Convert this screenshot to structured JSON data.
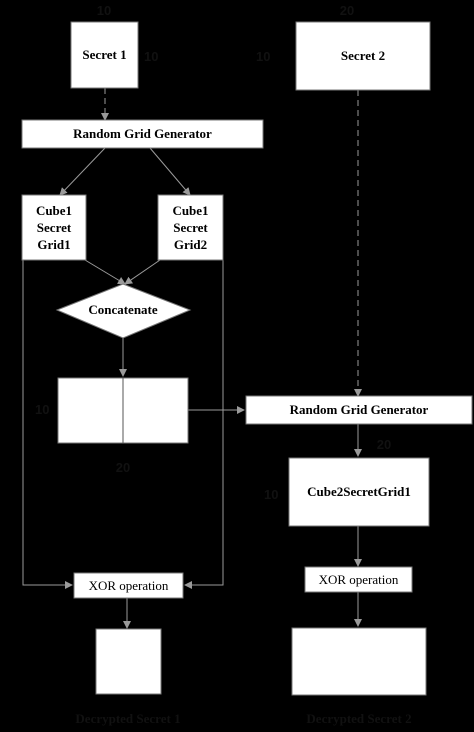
{
  "nodes": {
    "secret1": "Secret 1",
    "secret2": "Secret 2",
    "rgg1": "Random Grid Generator",
    "grid1": [
      "Cube1",
      "Secret",
      "Grid1"
    ],
    "grid2": [
      "Cube1",
      "Secret",
      "Grid2"
    ],
    "concatenate": "Concatenate",
    "rgg2": "Random Grid Generator",
    "cube2grid": "Cube2SecretGrid1",
    "xor1": "XOR operation",
    "xor2": "XOR operation"
  },
  "dimensions": {
    "secret1_top": "10",
    "secret1_side": "10",
    "secret2_top": "20",
    "secret2_side": "10",
    "concat_side": "10",
    "concat_bottom": "20",
    "cube2_top": "20",
    "cube2_side": "10"
  },
  "captions": {
    "decrypted1": "Decrypted Secret 1",
    "decrypted2": "Decrypted Secret 2"
  }
}
